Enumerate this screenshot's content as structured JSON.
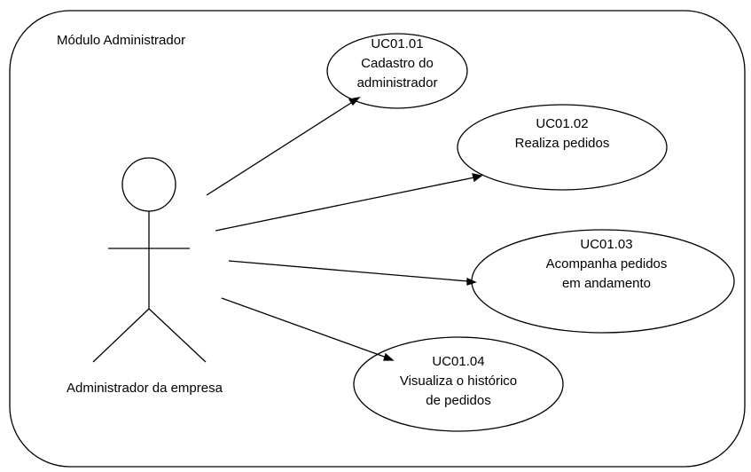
{
  "system": {
    "label": "Módulo Administrador"
  },
  "actor": {
    "label": "Administrador da empresa"
  },
  "use_cases": [
    {
      "id": "UC01.01",
      "lines": [
        "Cadastro do",
        "administrador"
      ]
    },
    {
      "id": "UC01.02",
      "lines": [
        "Realiza pedidos"
      ]
    },
    {
      "id": "UC01.03",
      "lines": [
        "Acompanha pedidos",
        "em andamento"
      ]
    },
    {
      "id": "UC01.04",
      "lines": [
        "Visualiza o histórico",
        "de pedidos"
      ]
    }
  ],
  "colors": {
    "stroke": "#000000",
    "background": "#ffffff"
  }
}
